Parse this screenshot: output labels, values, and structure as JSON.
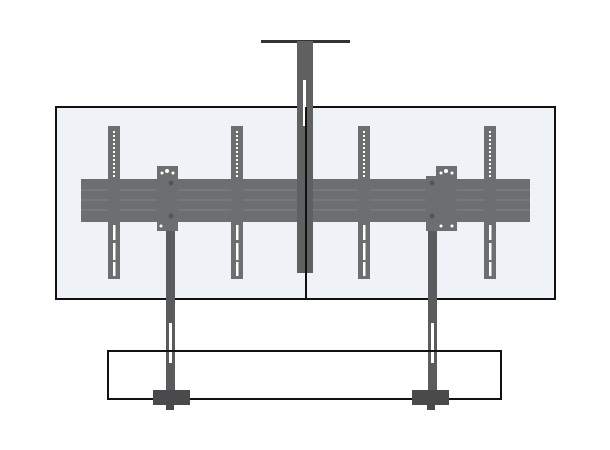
{
  "figure": {
    "description_label": "",
    "colors": {
      "background": "#ffffff",
      "screen_fill": "#eff2f7",
      "outline": "#111111",
      "metal": "#6d6e70",
      "metal_dark": "#4a4a4c",
      "hole": "#ffffff"
    },
    "screens": 2,
    "vertical_brackets": 4,
    "support_arms": 2
  }
}
